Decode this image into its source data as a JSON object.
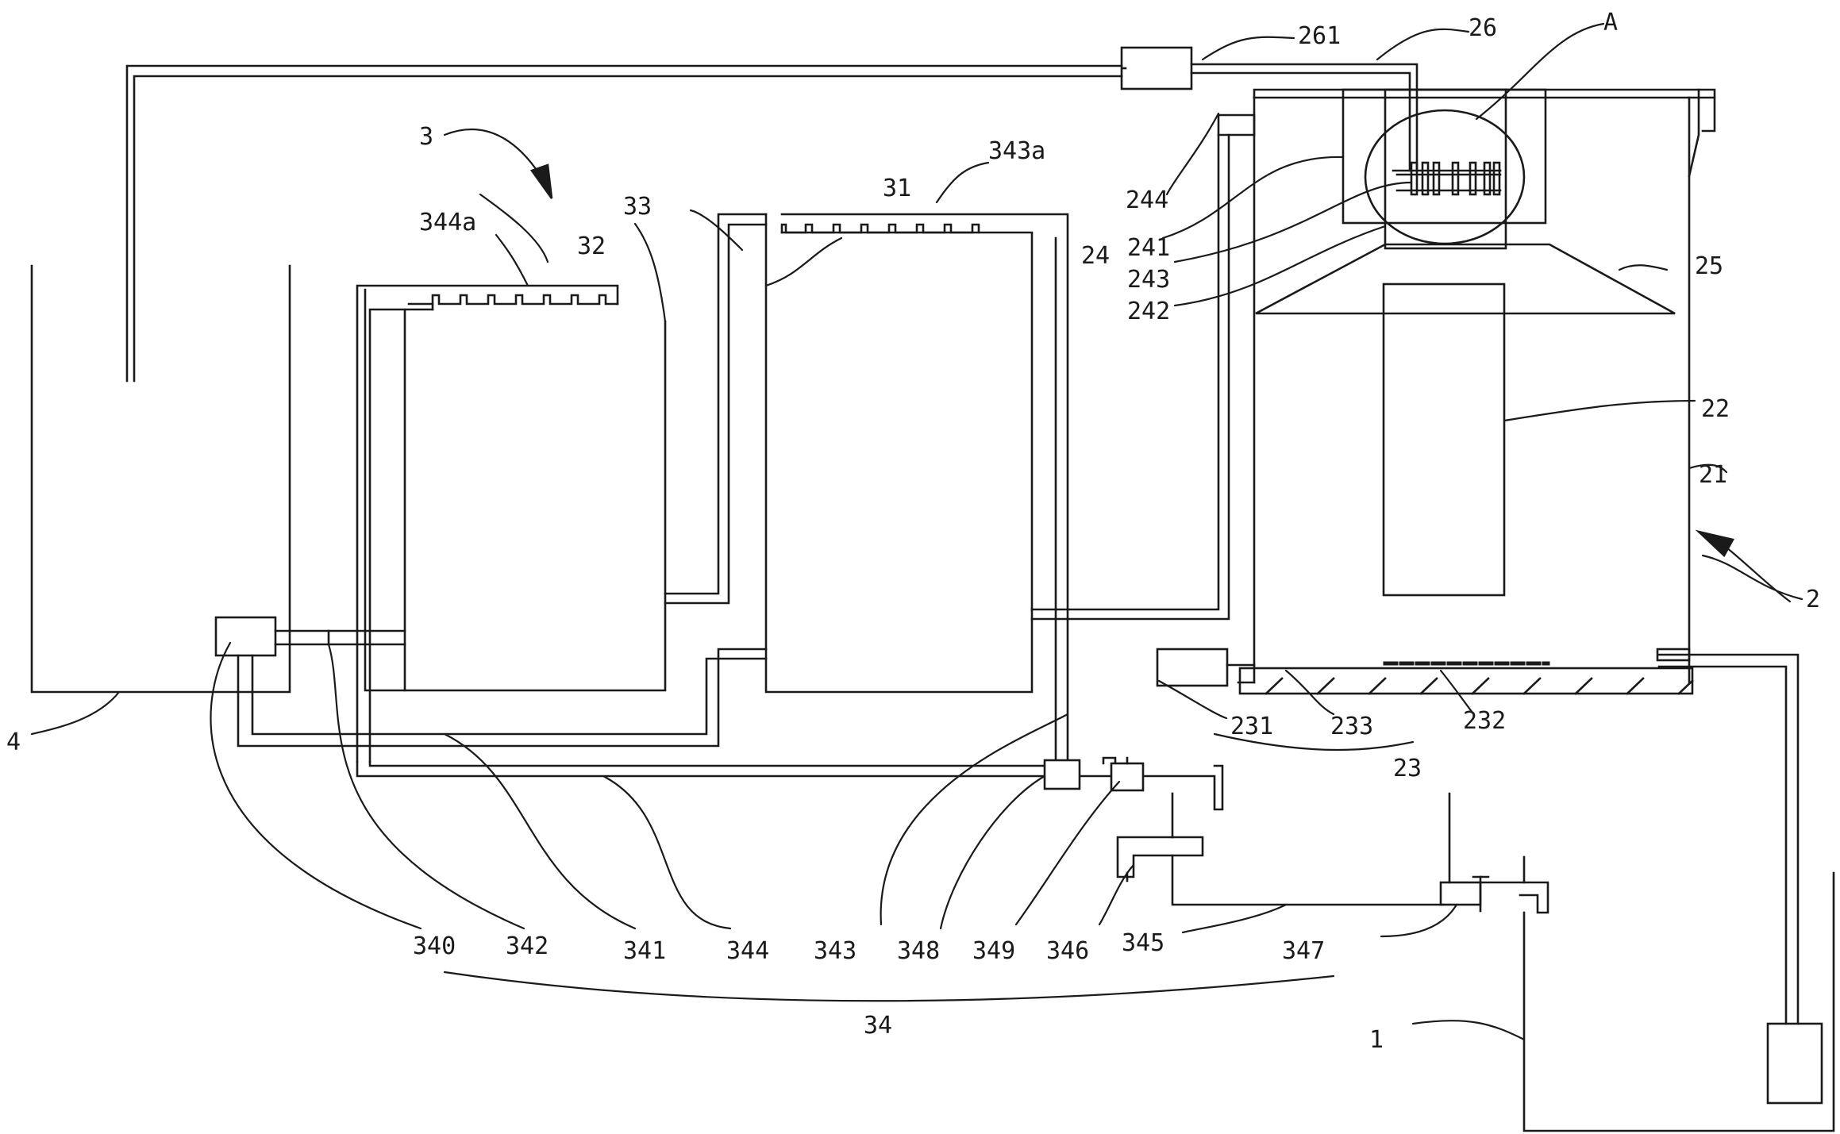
{
  "labels": {
    "l1": "1",
    "l2": "2",
    "l3": "3",
    "l4": "4",
    "l21": "21",
    "l22": "22",
    "l23": "23",
    "l231": "231",
    "l232": "232",
    "l233": "233",
    "l24": "24",
    "l241": "241",
    "l242": "242",
    "l243": "243",
    "l244": "244",
    "l25": "25",
    "l26": "26",
    "l261": "261",
    "lA": "A",
    "l31": "31",
    "l32": "32",
    "l33": "33",
    "l34": "34",
    "l340": "340",
    "l341": "341",
    "l342": "342",
    "l343": "343",
    "l343a": "343a",
    "l344": "344",
    "l344a": "344a",
    "l345": "345",
    "l346": "346",
    "l347": "347",
    "l348": "348",
    "l349": "349"
  }
}
